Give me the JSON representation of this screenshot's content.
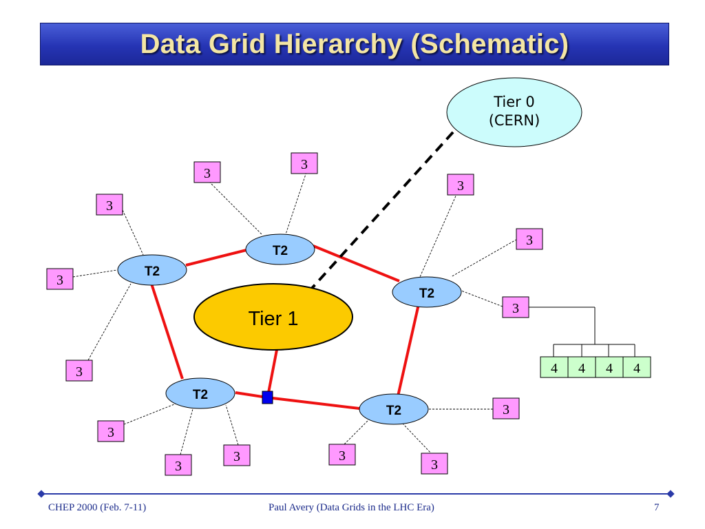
{
  "title": "Data Grid Hierarchy (Schematic)",
  "tier0": {
    "line1": "Tier 0",
    "line2": "(CERN)"
  },
  "tier1": "Tier 1",
  "tier2_label": "T2",
  "tier3_label": "3",
  "tier4_label": "4",
  "footer": {
    "left": "CHEP 2000 (Feb. 7-11)",
    "center": "Paul Avery (Data Grids in the LHC Era)",
    "page": "7"
  },
  "colors": {
    "title_bg": "#2534b4",
    "title_text": "#f4e6a4",
    "tier0_fill": "#ccfcfc",
    "tier1_fill": "#fcca00",
    "tier2_fill": "#99ccff",
    "tier3_fill": "#ff99ff",
    "tier4_fill": "#ccffcc",
    "link_red": "#ee1111",
    "hub_blue": "#0000ee"
  }
}
